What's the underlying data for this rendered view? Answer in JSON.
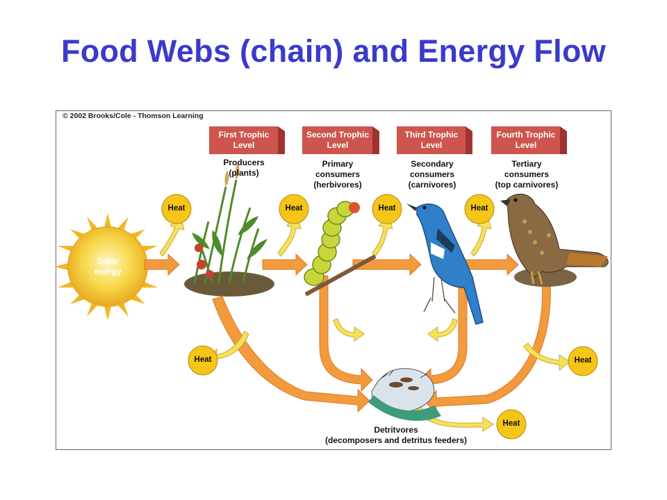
{
  "title": "Food Webs (chain) and Energy Flow",
  "copyright": "© 2002 Brooks/Cole - Thomson Learning",
  "solar_energy": [
    "Solar",
    "energy"
  ],
  "heat_label": "Heat",
  "levels": [
    {
      "label": [
        "First Trophic",
        "Level"
      ],
      "desc": [
        "Producers",
        "(plants)"
      ]
    },
    {
      "label": [
        "Second Trophic",
        "Level"
      ],
      "desc": [
        "Primary",
        "consumers",
        "(herbivores)"
      ]
    },
    {
      "label": [
        "Third Trophic",
        "Level"
      ],
      "desc": [
        "Secondary",
        "consumers",
        "(carnivores)"
      ]
    },
    {
      "label": [
        "Fourth Trophic",
        "Level"
      ],
      "desc": [
        "Tertiary",
        "consumers",
        "(top carnivores)"
      ]
    }
  ],
  "detritivores": [
    "Detritvores",
    "(decomposers and detritus feeders)"
  ],
  "colors": {
    "title": "#3a3acd",
    "level_box": "#c8504a",
    "arrow": "#f29a3c",
    "heat_arrow": "#f5e15a",
    "heat_circle": "#f5c518",
    "sun": "#f7c933"
  }
}
